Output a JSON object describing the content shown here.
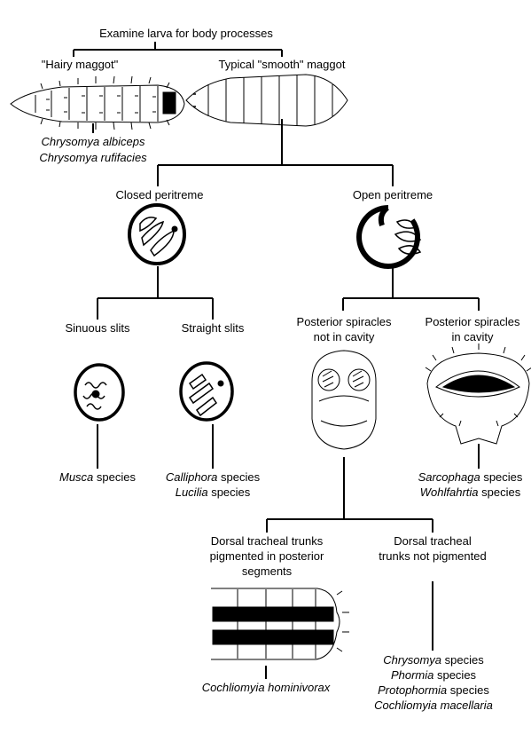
{
  "root": {
    "label": "Examine larva for body processes"
  },
  "hairy": {
    "label": "\"Hairy maggot\"",
    "species": [
      {
        "genus": "Chrysomya albiceps",
        "suffix": ""
      },
      {
        "genus": "Chrysomya rufifacies",
        "suffix": ""
      }
    ]
  },
  "smooth": {
    "label": "Typical \"smooth\" maggot"
  },
  "closed": {
    "label": "Closed peritreme"
  },
  "open": {
    "label": "Open peritreme"
  },
  "sinuous": {
    "label": "Sinuous slits",
    "species": [
      {
        "genus": "Musca",
        "suffix": " species"
      }
    ]
  },
  "straight": {
    "label": "Straight slits",
    "species": [
      {
        "genus": "Calliphora",
        "suffix": " species"
      },
      {
        "genus": "Lucilia",
        "suffix": " species"
      }
    ]
  },
  "notcavity": {
    "line1": "Posterior spiracles",
    "line2": "not in cavity"
  },
  "cavity": {
    "line1": "Posterior spiracles",
    "line2": "in cavity",
    "species": [
      {
        "genus": "Sarcophaga",
        "suffix": " species"
      },
      {
        "genus": "Wohlfahrtia",
        "suffix": " species"
      }
    ]
  },
  "pigmented": {
    "line1": "Dorsal tracheal trunks",
    "line2": "pigmented in posterior",
    "line3": "segments",
    "species": [
      {
        "genus": "Cochliomyia hominivorax",
        "suffix": ""
      }
    ]
  },
  "notpigmented": {
    "line1": "Dorsal tracheal",
    "line2": "trunks not pigmented",
    "species": [
      {
        "genus": "Chrysomya",
        "suffix": " species"
      },
      {
        "genus": "Phormia",
        "suffix": " species"
      },
      {
        "genus": "Protophormia",
        "suffix": " species"
      },
      {
        "genus": "Cochliomyia macellaria",
        "suffix": ""
      }
    ]
  },
  "colors": {
    "ink": "#000000",
    "paper": "#ffffff"
  }
}
